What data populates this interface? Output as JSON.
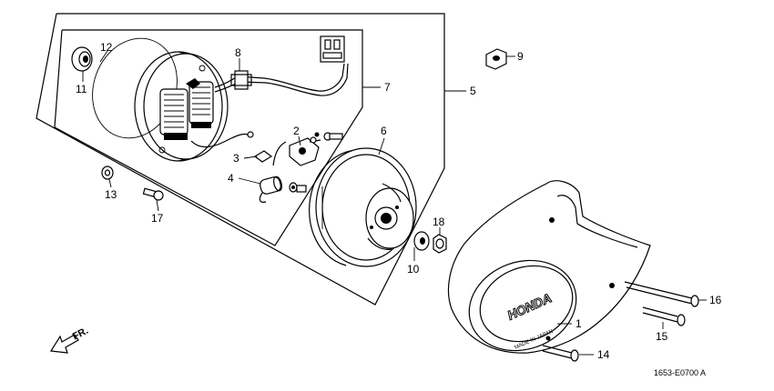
{
  "callouts": [
    {
      "id": "1",
      "label": "1"
    },
    {
      "id": "2",
      "label": "2"
    },
    {
      "id": "3",
      "label": "3"
    },
    {
      "id": "4",
      "label": "4"
    },
    {
      "id": "5",
      "label": "5"
    },
    {
      "id": "6",
      "label": "6"
    },
    {
      "id": "7",
      "label": "7"
    },
    {
      "id": "8",
      "label": "8"
    },
    {
      "id": "9",
      "label": "9"
    },
    {
      "id": "10",
      "label": "10"
    },
    {
      "id": "11",
      "label": "11"
    },
    {
      "id": "12",
      "label": "12"
    },
    {
      "id": "13",
      "label": "13"
    },
    {
      "id": "14",
      "label": "14"
    },
    {
      "id": "15",
      "label": "15"
    },
    {
      "id": "16",
      "label": "16"
    },
    {
      "id": "17",
      "label": "17"
    },
    {
      "id": "18",
      "label": "18"
    }
  ],
  "cover_brand": "HONDA",
  "cover_stamp": "MADE IN JAPAN",
  "direction_label": "FR.",
  "diagram_code": "1653-E0700 A"
}
